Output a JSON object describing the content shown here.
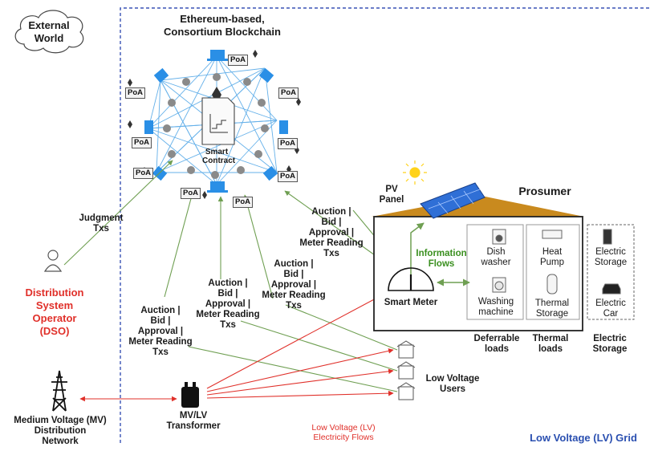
{
  "external_world": "External\nWorld",
  "blockchain_title": "Ethereum-based,\nConsortium Blockchain",
  "poa_label": "PoA",
  "smart_contract": "Smart\nContract",
  "judgment_txs": "Judgment\nTxs",
  "dso": "Distribution\nSystem\nOperator\n(DSO)",
  "mv_network": "Medium Voltage (MV)\nDistribution\nNetwork",
  "transformer": "MV/LV\nTransformer",
  "lv_flows": "Low Voltage (LV)\nElectricity Flows",
  "lv_grid": "Low Voltage (LV) Grid",
  "lv_users": "Low Voltage\nUsers",
  "txs_label_1": "Auction |\nBid |\nApproval |\nMeter Reading\nTxs",
  "txs_label_2": "Auction |\nBid |\nApproval |\nMeter Reading\nTxs",
  "txs_label_3": "Auction |\nBid |\nApproval |\nMeter Reading\nTxs",
  "txs_label_4": "Auction |\nBid |\nApproval |\nMeter Reading\nTxs",
  "pv_panel": "PV\nPanel",
  "prosumer": "Prosumer",
  "information_flows": "Information\nFlows",
  "smart_meter": "Smart Meter",
  "dish_washer": "Dish\nwasher",
  "washing_machine": "Washing\nmachine",
  "heat_pump": "Heat\nPump",
  "thermal_storage": "Thermal\nStorage",
  "electric_storage_item": "Electric\nStorage",
  "electric_car": "Electric\nCar",
  "deferrable_loads": "Deferrable\nloads",
  "thermal_loads": "Thermal\nloads",
  "electric_storage_group": "Electric\nStorage",
  "colors": {
    "red": "#e0302a",
    "blue": "#2a4fb0",
    "green": "#3a8f1f",
    "roof": "#c98a1e",
    "node": "#2196f3"
  }
}
